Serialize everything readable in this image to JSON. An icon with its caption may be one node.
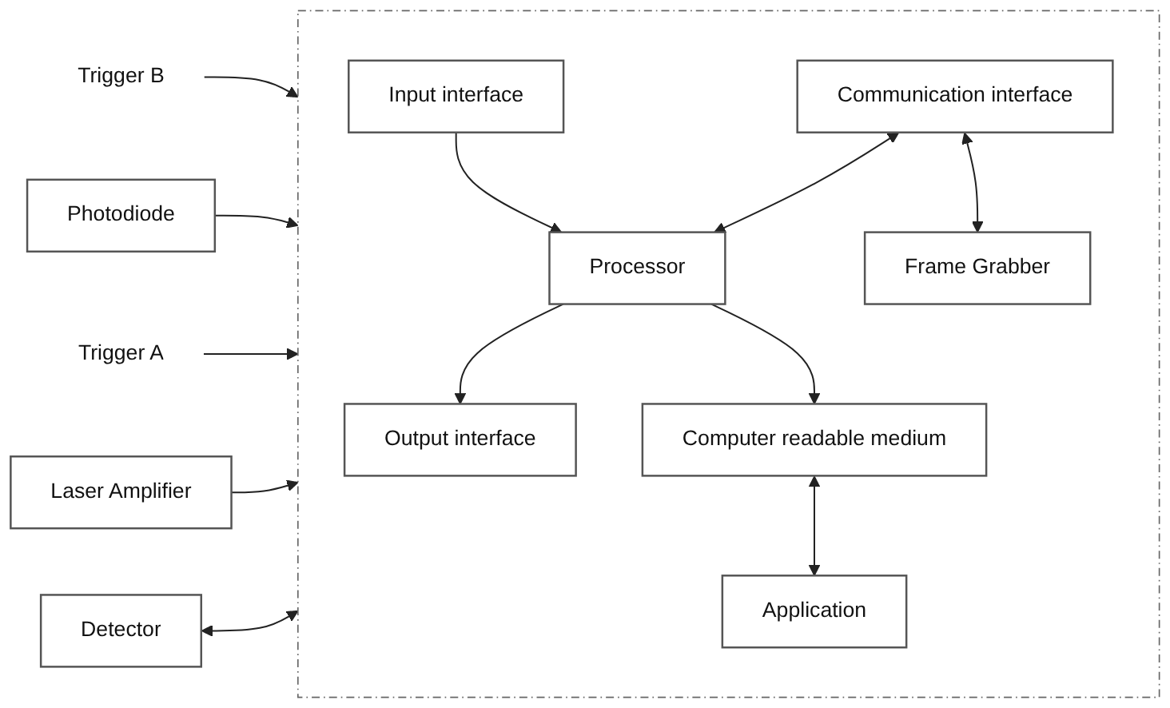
{
  "diagram": {
    "nodes": [
      {
        "text": [
          "Trigger B"
        ]
      },
      {
        "text": [
          "Photodiode"
        ]
      },
      {
        "text": [
          "Trigger A"
        ]
      },
      {
        "text": [
          "Laser Amplifier"
        ]
      },
      {
        "text": [
          "Detector"
        ]
      },
      {
        "text": [],
        "shape": "box"
      },
      {
        "text": [
          "Input interface"
        ],
        "in": 5
      },
      {
        "text": [
          "Communication interface"
        ],
        "in": 5
      },
      {
        "text": [
          "Processor"
        ],
        "in": 5
      },
      {
        "text": [
          "Output interface"
        ],
        "in": 5
      },
      {
        "text": [
          "Frame Grabber"
        ],
        "in": 5
      },
      {
        "text": [
          "Computer readable medium"
        ],
        "in": 5
      },
      {
        "text": [
          "Application"
        ],
        "in": 5
      }
    ],
    "edges": [
      {
        "from": 0,
        "to": 5,
        "arrow": "to"
      },
      {
        "from": 1,
        "to": 5,
        "arrow": "to"
      },
      {
        "from": 2,
        "to": 5,
        "arrow": "to"
      },
      {
        "from": 3,
        "to": 5,
        "arrow": "to"
      },
      {
        "from": 4,
        "to": 5,
        "arrow": "both"
      },
      {
        "from": 6,
        "to": 8,
        "arrow": "to"
      },
      {
        "from": 7,
        "to": 8,
        "arrow": "both"
      },
      {
        "from": 8,
        "to": 9,
        "arrow": "to"
      },
      {
        "from": 7,
        "to": 10,
        "arrow": "both"
      },
      {
        "from": 8,
        "to": 11,
        "arrow": "to"
      },
      {
        "from": 11,
        "to": 12,
        "arrow": "both"
      }
    ]
  }
}
